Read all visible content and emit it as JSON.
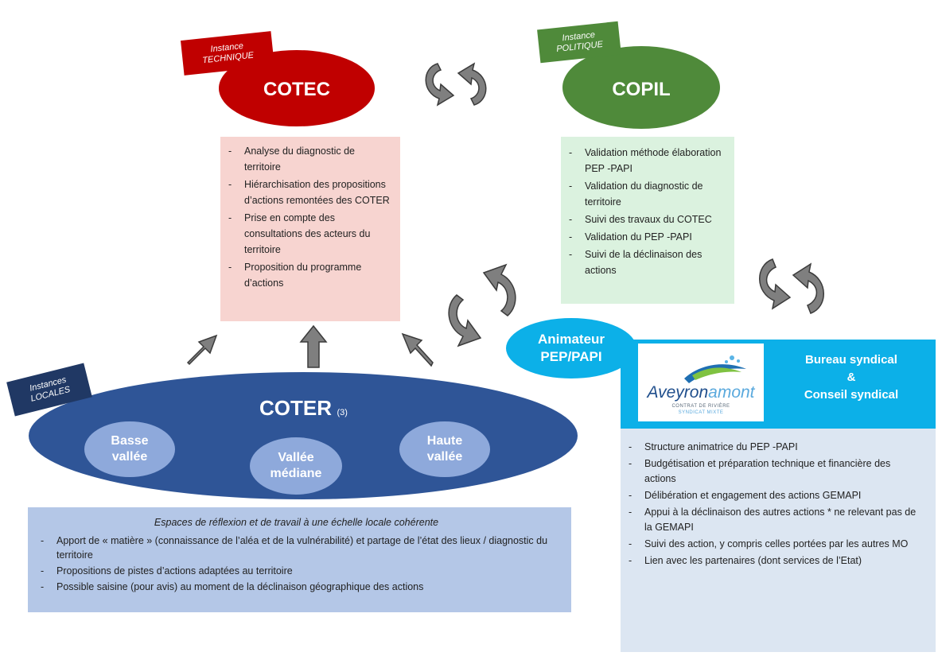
{
  "cotec": {
    "tag_line1": "Instance",
    "tag_line2": "TECHNIQUE",
    "title": "COTEC",
    "items": [
      "Analyse du diagnostic de territoire",
      "Hiérarchisation des propositions d’actions remontées des COTER",
      "Prise en compte des consultations des acteurs du territoire",
      "Proposition du programme d’actions"
    ]
  },
  "copil": {
    "tag_line1": "Instance",
    "tag_line2": "POLITIQUE",
    "title": "COPIL",
    "items": [
      "Validation méthode élaboration PEP -PAPI",
      "Validation du diagnostic de territoire",
      "Suivi des travaux du COTEC",
      "Validation du PEP -PAPI",
      "Suivi de la déclinaison des actions"
    ]
  },
  "coter": {
    "tag_line1": "Instances",
    "tag_line2": "LOCALES",
    "title": "COTER",
    "note": "(3)",
    "basse_line1": "Basse",
    "basse_line2": "vallée",
    "mediane_line1": "Vallée",
    "mediane_line2": "médiane",
    "haute_line1": "Haute",
    "haute_line2": "vallée"
  },
  "local_box": {
    "heading": "Espaces de réflexion et de travail à une échelle locale cohérente",
    "items": [
      "Apport de « matière » (connaissance de l’aléa et de la vulnérabilité) et partage de l’état des lieux / diagnostic du territoire",
      "Propositions de pistes d’actions adaptées au territoire",
      "Possible saisine (pour avis) au moment de la déclinaison géographique des actions"
    ]
  },
  "animateur": {
    "line1": "Animateur",
    "line2": "PEP/PAPI"
  },
  "bureau": {
    "line1": "Bureau syndical",
    "line2": "&",
    "line3": "Conseil syndical",
    "logo_name_a": "Aveyron",
    "logo_name_b": "amont",
    "logo_sub1": "CONTRAT DE RIVIÈRE",
    "logo_sub2": "SYNDICAT MIXTE"
  },
  "bureau_box": {
    "items": [
      "Structure animatrice du PEP -PAPI",
      "Budgétisation et préparation technique et financière des actions",
      "Délibération et engagement des actions GEMAPI",
      "Appui à la déclinaison des autres actions * ne relevant pas de la GEMAPI",
      "Suivi des action, y compris celles portées par les autres MO",
      "Lien avec les partenaires (dont services de l’Etat)"
    ]
  },
  "colors": {
    "cotec_red": "#c00000",
    "cotec_box": "#f7d4d0",
    "copil_green": "#4f8a3a",
    "copil_box": "#dbf2df",
    "coter_blue": "#2f5597",
    "coter_inner": "#8ea9db",
    "coter_tag": "#203864",
    "local_box": "#b4c7e7",
    "animateur": "#0cb0e8",
    "bureau_box": "#dce6f2",
    "arrow_gray": "#7f7f7f"
  }
}
